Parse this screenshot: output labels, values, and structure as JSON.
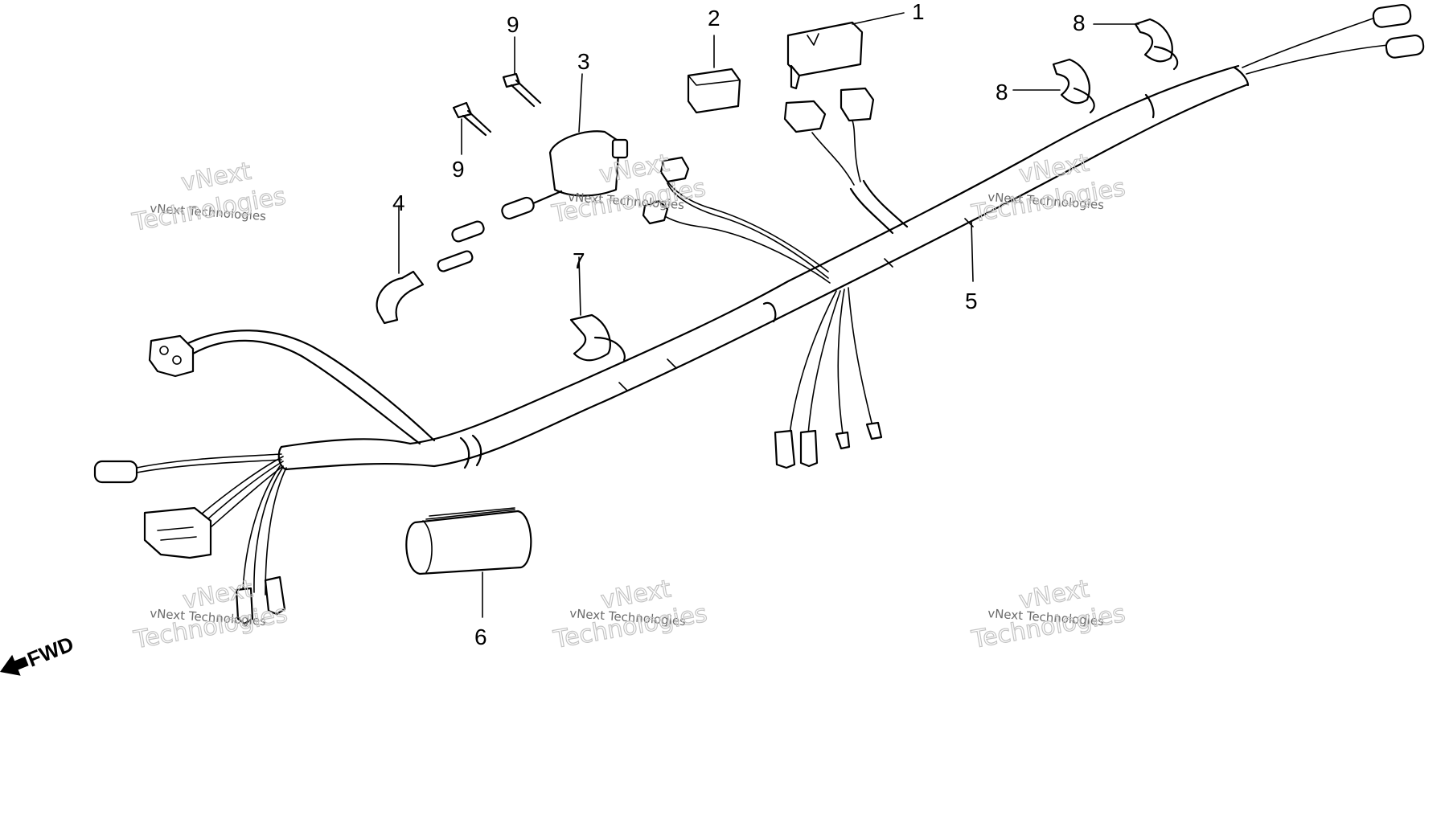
{
  "diagram": {
    "callouts": [
      "1",
      "2",
      "3",
      "4",
      "5",
      "6",
      "7",
      "8",
      "8",
      "9",
      "9"
    ],
    "direction_label": "FWD",
    "watermark": {
      "small_text": "vNext Technologies",
      "large_line1": "vNext",
      "large_line2": "Technologies"
    }
  }
}
